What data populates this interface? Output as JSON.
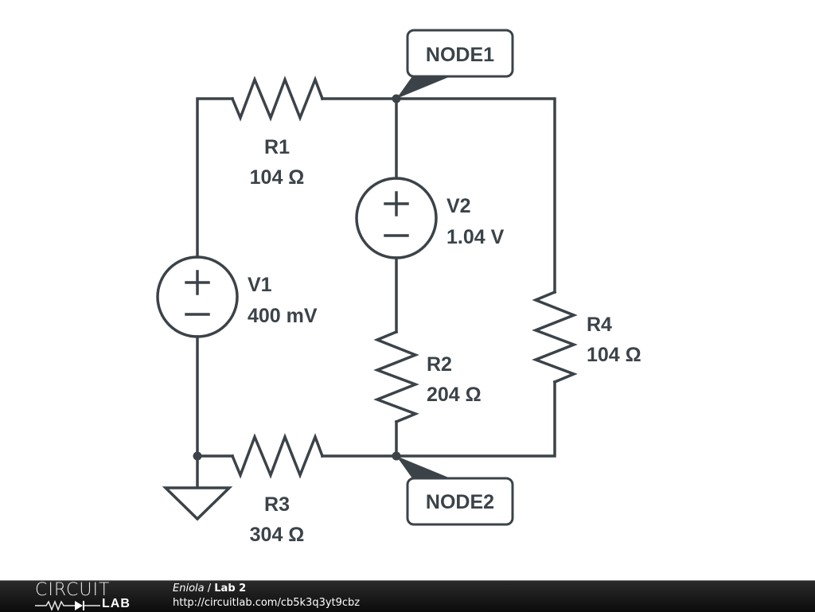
{
  "schematic": {
    "components": {
      "R1": {
        "name": "R1",
        "value": "104 Ω"
      },
      "R2": {
        "name": "R2",
        "value": "204 Ω"
      },
      "R3": {
        "name": "R3",
        "value": "304 Ω"
      },
      "R4": {
        "name": "R4",
        "value": "104 Ω"
      },
      "V1": {
        "name": "V1",
        "value": "400 mV"
      },
      "V2": {
        "name": "V2",
        "value": "1.04 V"
      }
    },
    "nodes": {
      "node1": "NODE1",
      "node2": "NODE2"
    },
    "colors": {
      "ink": "#3b4349",
      "background": "#ffffff"
    }
  },
  "footer": {
    "logo_top": "CIRCUIT",
    "logo_bottom": "LAB",
    "author": "Eniola",
    "separator": " / ",
    "title": "Lab 2",
    "url": "http://circuitlab.com/cb5k3q3yt9cbz"
  }
}
